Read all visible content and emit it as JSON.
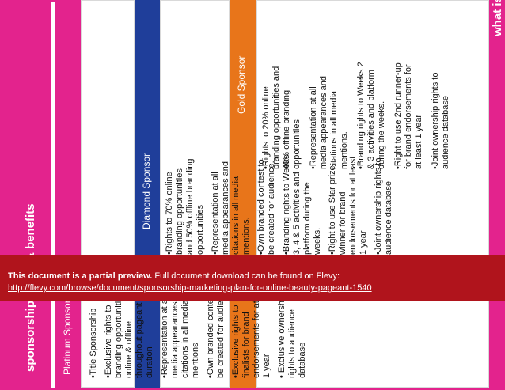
{
  "page": {
    "title": "sponsorship levels & benefits",
    "corner_title": "what is in it"
  },
  "columns": {
    "platinum": {
      "header": "Platinum Sponsor",
      "bullets": [
        [
          "•Title Sponsorship"
        ],
        [
          "•Exclusive rights to",
          "branding opportunities",
          "online & offline,",
          "throughout pageant",
          "duration"
        ],
        [
          "•Representation at all",
          "media appearances and",
          "citations in all media",
          "mentions"
        ],
        [
          "•Own branded contest to",
          "be created for audience."
        ],
        [
          "•Exclusive rights to",
          "finalists for brand",
          "endorsements for at least",
          "1 year"
        ],
        [
          "• Exclusive ownership",
          "rights to audience",
          "database"
        ]
      ]
    },
    "diamond": {
      "header": "Diamond Sponsor",
      "bullets": [
        [
          "•Rights to 70% online",
          "branding opportunities",
          "and 50% offline branding",
          "opportunities"
        ],
        [
          "•Representation  at all",
          "media appearances and",
          "citations in all media",
          "mentions."
        ],
        [
          "•Own branded contest to",
          "be created for audience."
        ],
        [
          "•Branding rights to Weeks",
          "3, 4 & 5 activities and",
          "platform during the",
          "weeks."
        ],
        [
          "•Right to use Star prize",
          "winner for brand",
          "endorsements for at least",
          "1 year"
        ],
        [
          "•Joint ownership rights to",
          "audience database"
        ]
      ]
    },
    "gold": {
      "header": "Gold Sponsor",
      "bullets": [
        [
          "•Rights to 20% online",
          "branding opportunities and",
          "40% offline branding",
          "opportunities"
        ],
        [
          "•Representation  at all",
          "media appearances and",
          "citations in all media",
          "mentions."
        ],
        [
          "•Branding rights to Weeks 2",
          "& 3 activities and platform",
          "during the weeks."
        ],
        [
          "•Right to use 2nd runner-up",
          "for brand endorsements for",
          "at least 1 year"
        ],
        [
          "•Joint ownership rights to",
          "audience database"
        ]
      ]
    }
  },
  "banner": {
    "notice_bold": "This document is a partial preview.",
    "notice_rest": "  Full document download can be found on Flevy:",
    "link": "http://flevy.com/browse/document/sponsorship-marketing-plan-for-online-beauty-pageant-1540"
  },
  "colors": {
    "magenta": "#e3238d",
    "navy": "#1f3e9a",
    "orange": "#e8751a",
    "banner_red": "#b0141c"
  }
}
